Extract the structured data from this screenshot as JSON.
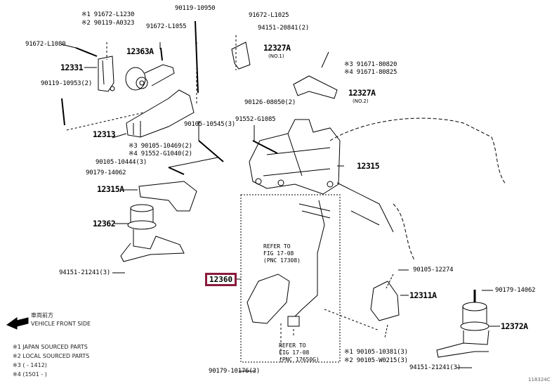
{
  "diagram": {
    "title": "Engine Mounting Parts Diagram",
    "highlight_color": "#8b1a3c",
    "highlighted_part": "12360",
    "figure_id": "118324C",
    "parts": {
      "p12331": "12331",
      "p12363A": "12363A",
      "p12327A_1": "12327A",
      "p12327A_1_note": "(NO.1)",
      "p12327A_2": "12327A",
      "p12327A_2_note": "(NO.2)",
      "p12313": "12313",
      "p12315": "12315",
      "p12315A": "12315A",
      "p12362": "12362",
      "p12360": "12360",
      "p12311A": "12311A",
      "p12372A": "12372A"
    },
    "fasteners": {
      "f1a": "※1 91672-L1230",
      "f1b": "※2 90119-A0323",
      "f2": "90119-10950",
      "f3": "91672-L1025",
      "f4": "94151-20841(2)",
      "f5": "91672-L1055",
      "f6": "91672-L1080",
      "f7": "90119-10953(2)",
      "f8a": "※3 91671-80820",
      "f8b": "※4 91671-80825",
      "f9": "90126-08050(2)",
      "f10": "90105-10545(3)",
      "f11": "91552-G1085",
      "f12a": "※3 90105-10469(2)",
      "f12b": "※4 91552-G1040(2)",
      "f13": "90105-10444(3)",
      "f14": "90179-14062",
      "f15": "94151-21241(3)",
      "f16": "90105-12274",
      "f17": "90179-14062",
      "f18a": "※1 90105-10381(3)",
      "f18b": "※2 90105-W0215(3)",
      "f19": "94151-21241(3)",
      "f20": "90179-10176(3)"
    },
    "refer1": {
      "line1": "REFER TO",
      "line2": "FIG 17-08",
      "line3": "(PNC 17308)"
    },
    "refer2": {
      "line1": "REFER TO",
      "line2": "FIG 17-08",
      "line3": "(PNC 17650G)"
    },
    "front_indicator": {
      "jp": "車両前方",
      "en": "VEHICLE FRONT SIDE"
    },
    "legend": [
      "※1 JAPAN SOURCED PARTS",
      "※2 LOCAL SOURCED PARTS",
      "※3 (      - 1412)",
      "※4 (1501 -      )"
    ]
  }
}
